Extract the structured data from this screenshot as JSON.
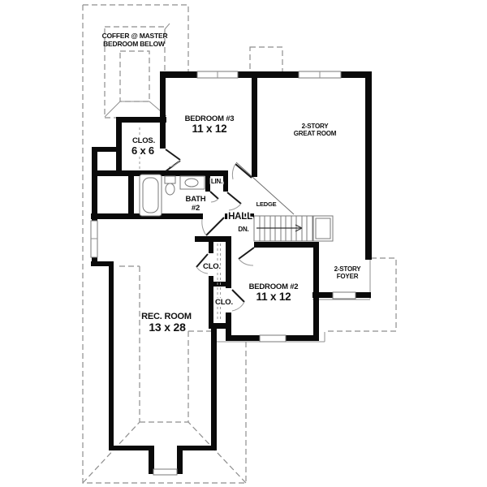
{
  "plan": {
    "type": "second-floor-plan",
    "rooms": {
      "coffer_line1": "COFFER @ MASTER",
      "coffer_line2": "BEDROOM BELOW",
      "bedroom3_name": "BEDROOM #3",
      "bedroom3_dims": "11 x 12",
      "great_room_line1": "2-STORY",
      "great_room_line2": "GREAT ROOM",
      "closet6_name": "CLOS.",
      "closet6_dims": "6 x 6",
      "bath_line1": "BATH",
      "bath_line2": "#2",
      "linen_label": "LIN.",
      "hall_label": "HALL",
      "ledge_label": "LEDGE",
      "stairs_down_label": "DN.",
      "closet1_label": "CLO.",
      "closet2_label": "CLO.",
      "bedroom2_name": "BEDROOM #2",
      "bedroom2_dims": "11 x 12",
      "foyer_line1": "2-STORY",
      "foyer_line2": "FOYER",
      "rec_room_name": "REC. ROOM",
      "rec_room_dims": "13 x 28"
    },
    "colors": {
      "wall": "#0a0a0a",
      "background": "#ffffff",
      "thin_line": "#8f8f8f",
      "dashed_line": "#8e8e8e",
      "text": "#111111"
    }
  }
}
